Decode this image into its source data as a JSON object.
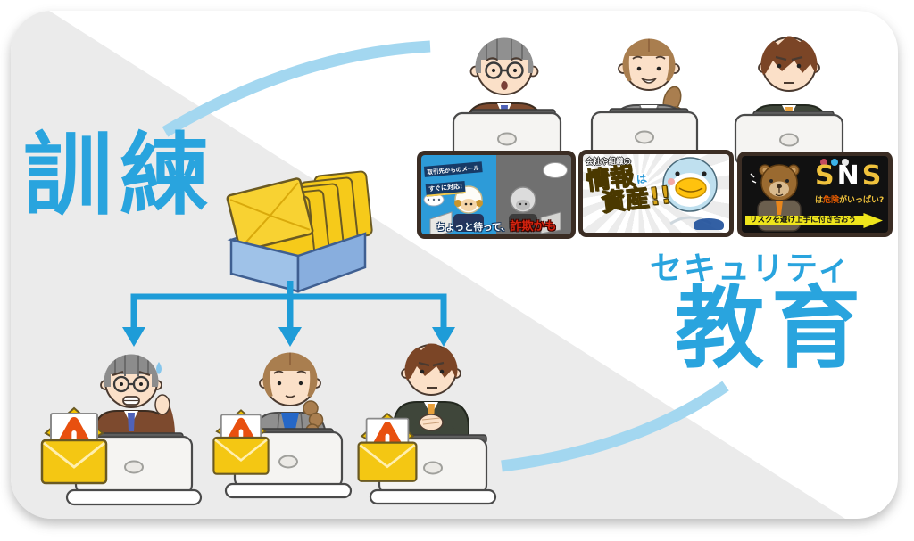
{
  "labels": {
    "training": "訓練",
    "security": "セキュリティ",
    "education": "教育"
  },
  "videos": [
    {
      "name": "phishing-email-warning-video",
      "band_line1": "取引先からのメール",
      "band_line2": "すぐに対応!",
      "caption_prefix": "ちょっと待って、",
      "caption_emphasis": "詐欺かも"
    },
    {
      "name": "information-asset-video",
      "corner_label": "会社や組織の",
      "title_part1": "情報",
      "title_particle": "は",
      "title_part2": "資産!!"
    },
    {
      "name": "sns-risk-video",
      "title_s1": "S",
      "title_n": "N",
      "title_s2": "S",
      "subtitle_pre": "は",
      "subtitle_emphasis": "危険",
      "subtitle_post": "がいっぱい?",
      "banner": "リスクを避け上手に付き合おう"
    }
  ],
  "colors": {
    "accent_blue": "#29a4de",
    "arrow_blue": "#1e9cd8",
    "arc_blue": "#a3d7f0",
    "background_gray": "#ebebeb",
    "envelope_yellow": "#f4c713",
    "warning_orange": "#e8500f",
    "tray_blue": "#9fc2e8"
  }
}
